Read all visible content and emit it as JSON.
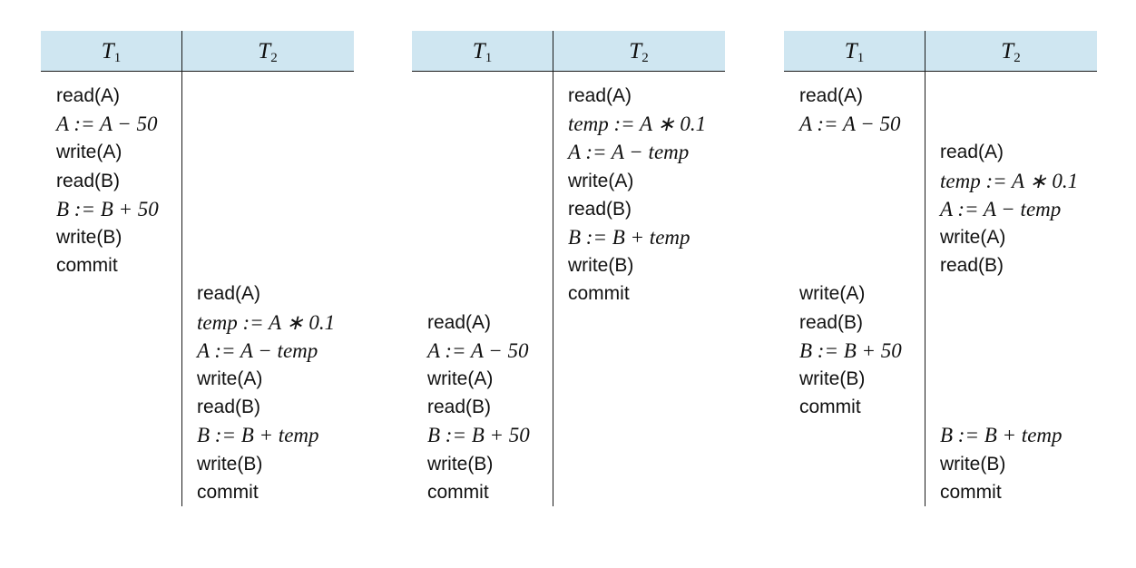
{
  "columns": [
    "T1",
    "T2"
  ],
  "schedules": [
    {
      "t1": [
        {
          "slot": 0,
          "text": "read(A)",
          "math": false
        },
        {
          "slot": 1,
          "text": "A := A − 50",
          "math": true
        },
        {
          "slot": 2,
          "text": "write(A)",
          "math": false
        },
        {
          "slot": 3,
          "text": "read(B)",
          "math": false
        },
        {
          "slot": 4,
          "text": "B := B + 50",
          "math": true
        },
        {
          "slot": 5,
          "text": "write(B)",
          "math": false
        },
        {
          "slot": 6,
          "text": "commit",
          "math": false
        }
      ],
      "t2": [
        {
          "slot": 7,
          "text": "read(A)",
          "math": false
        },
        {
          "slot": 8,
          "text": "temp := A ∗ 0.1",
          "math": true
        },
        {
          "slot": 9,
          "text": "A := A − temp",
          "math": true
        },
        {
          "slot": 10,
          "text": "write(A)",
          "math": false
        },
        {
          "slot": 11,
          "text": "read(B)",
          "math": false
        },
        {
          "slot": 12,
          "text": "B := B + temp",
          "math": true
        },
        {
          "slot": 13,
          "text": "write(B)",
          "math": false
        },
        {
          "slot": 14,
          "text": "commit",
          "math": false
        }
      ]
    },
    {
      "t1": [
        {
          "slot": 8,
          "text": "read(A)",
          "math": false
        },
        {
          "slot": 9,
          "text": "A := A − 50",
          "math": true
        },
        {
          "slot": 10,
          "text": "write(A)",
          "math": false
        },
        {
          "slot": 11,
          "text": "read(B)",
          "math": false
        },
        {
          "slot": 12,
          "text": "B := B + 50",
          "math": true
        },
        {
          "slot": 13,
          "text": "write(B)",
          "math": false
        },
        {
          "slot": 14,
          "text": "commit",
          "math": false
        }
      ],
      "t2": [
        {
          "slot": 0,
          "text": "read(A)",
          "math": false
        },
        {
          "slot": 1,
          "text": "temp := A ∗ 0.1",
          "math": true
        },
        {
          "slot": 2,
          "text": "A := A − temp",
          "math": true
        },
        {
          "slot": 3,
          "text": "write(A)",
          "math": false
        },
        {
          "slot": 4,
          "text": "read(B)",
          "math": false
        },
        {
          "slot": 5,
          "text": "B := B + temp",
          "math": true
        },
        {
          "slot": 6,
          "text": "write(B)",
          "math": false
        },
        {
          "slot": 7,
          "text": "commit",
          "math": false
        }
      ]
    },
    {
      "t1": [
        {
          "slot": 0,
          "text": "read(A)",
          "math": false
        },
        {
          "slot": 1,
          "text": "A := A − 50",
          "math": true
        },
        {
          "slot": 7,
          "text": "write(A)",
          "math": false
        },
        {
          "slot": 8,
          "text": "read(B)",
          "math": false
        },
        {
          "slot": 9,
          "text": "B := B + 50",
          "math": true
        },
        {
          "slot": 10,
          "text": "write(B)",
          "math": false
        },
        {
          "slot": 11,
          "text": "commit",
          "math": false
        }
      ],
      "t2": [
        {
          "slot": 2,
          "text": "read(A)",
          "math": false
        },
        {
          "slot": 3,
          "text": "temp := A ∗ 0.1",
          "math": true
        },
        {
          "slot": 4,
          "text": "A := A − temp",
          "math": true
        },
        {
          "slot": 5,
          "text": "write(A)",
          "math": false
        },
        {
          "slot": 6,
          "text": "read(B)",
          "math": false
        },
        {
          "slot": 12,
          "text": "B := B + temp",
          "math": true
        },
        {
          "slot": 13,
          "text": "write(B)",
          "math": false
        },
        {
          "slot": 14,
          "text": "commit",
          "math": false
        }
      ]
    }
  ]
}
